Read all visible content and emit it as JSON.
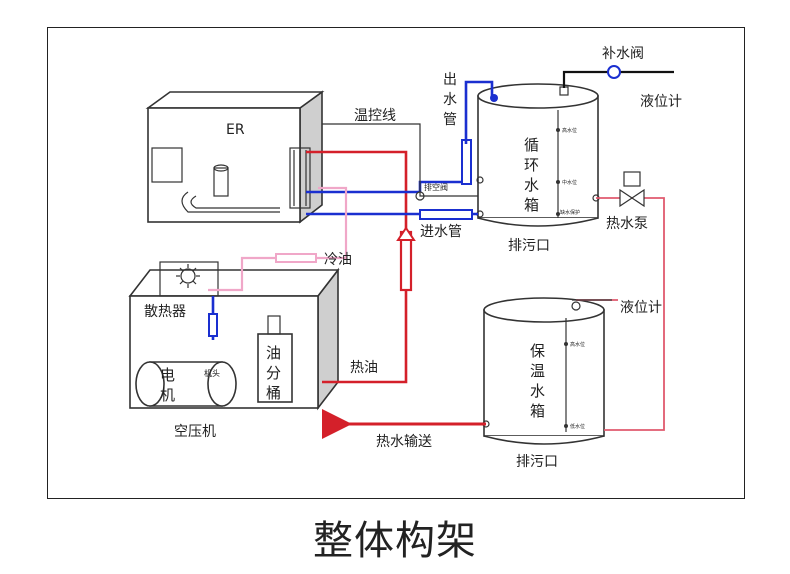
{
  "caption": "整体构架",
  "labels": {
    "er": "ER",
    "temp_line": "温控线",
    "outlet_pipe": "出水管",
    "makeup_valve": "补水阀",
    "level_gauge_1": "液位计",
    "circ_tank": "循环水箱",
    "exhaust_valve": "排空阀",
    "inlet_pipe": "进水管",
    "drain_1": "排污口",
    "hot_pump": "热水泵",
    "cold_oil": "冷油",
    "radiator": "散热器",
    "level_gauge_2": "液位计",
    "motor": "电机",
    "head": "机头",
    "oil_sep": "油分桶",
    "hot_oil": "热油",
    "insul_tank": "保温水箱",
    "compressor": "空压机",
    "hot_water_out": "热水输送",
    "drain_2": "排污口",
    "circ_level_high": "高水位",
    "circ_level_mid": "中水位",
    "circ_level_low": "缺水保护",
    "insul_level_high": "高水位",
    "insul_level_low": "低水位"
  },
  "colors": {
    "hot": "#d4202a",
    "cold": "#1a2fd0",
    "cold_oil": "#f0a7c8",
    "makeup": "#111111"
  }
}
